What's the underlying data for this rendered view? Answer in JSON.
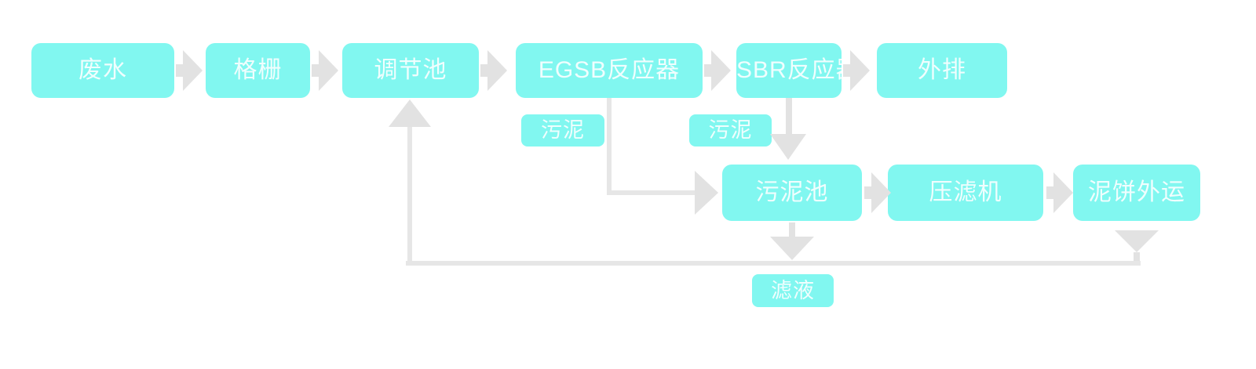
{
  "flowchart": {
    "type": "process-flow-diagram",
    "colors": {
      "background": "#FFFFFF",
      "node_fill": "#81F7F0",
      "node_text": "#FFFFFF",
      "arrow": "#E2E2E2",
      "line": "#E6E6E6"
    },
    "nodes": {
      "wastewater": {
        "label": "废水"
      },
      "bar_screen": {
        "label": "格栅"
      },
      "equalization_tank": {
        "label": "调节池"
      },
      "egsb_reactor": {
        "label": "EGSB反应器"
      },
      "sbr_reactor": {
        "label": "SBR反应器"
      },
      "discharge": {
        "label": "外排"
      },
      "sludge_tank": {
        "label": "污泥池"
      },
      "filter_press": {
        "label": "压滤机"
      },
      "mud_cake_transport": {
        "label": "泥饼外运"
      }
    },
    "stream_labels": {
      "egsb_sludge": {
        "label": "污泥"
      },
      "sbr_sludge": {
        "label": "污泥"
      },
      "filtrate": {
        "label": "滤液"
      }
    },
    "edges": [
      {
        "from": "wastewater",
        "to": "bar_screen"
      },
      {
        "from": "bar_screen",
        "to": "equalization_tank"
      },
      {
        "from": "equalization_tank",
        "to": "egsb_reactor"
      },
      {
        "from": "egsb_reactor",
        "to": "sbr_reactor"
      },
      {
        "from": "sbr_reactor",
        "to": "discharge"
      },
      {
        "from": "egsb_reactor",
        "to": "sludge_tank",
        "stream": "污泥"
      },
      {
        "from": "sbr_reactor",
        "to": "sludge_tank",
        "stream": "污泥"
      },
      {
        "from": "sludge_tank",
        "to": "filter_press"
      },
      {
        "from": "filter_press",
        "to": "mud_cake_transport"
      },
      {
        "from": "sludge_tank",
        "to": "equalization_tank",
        "stream": "滤液"
      },
      {
        "from": "mud_cake_transport",
        "to": "equalization_tank",
        "stream": "滤液"
      }
    ]
  }
}
